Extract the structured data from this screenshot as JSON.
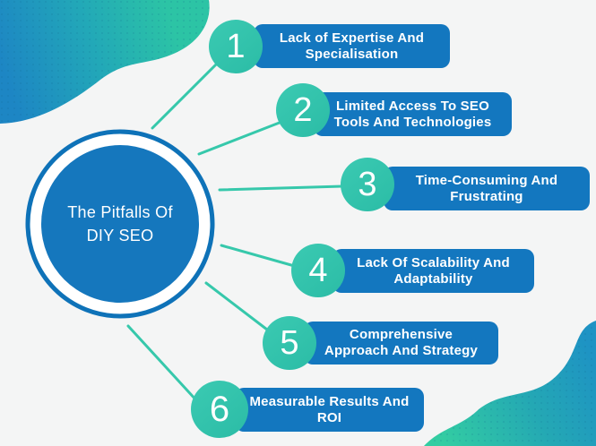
{
  "center": {
    "title": "The Pitfalls Of\nDIY SEO"
  },
  "items": [
    {
      "number": "1",
      "label": "Lack of Expertise And\nSpecialisation"
    },
    {
      "number": "2",
      "label": "Limited Access To SEO\nTools And Technologies"
    },
    {
      "number": "3",
      "label": "Time-Consuming And\nFrustrating"
    },
    {
      "number": "4",
      "label": "Lack Of Scalability And\nAdaptability"
    },
    {
      "number": "5",
      "label": "Comprehensive\nApproach And Strategy"
    },
    {
      "number": "6",
      "label": "Measurable Results And\nROI"
    }
  ],
  "colors": {
    "background": "#f4f5f5",
    "bar_blue": "#1377bf",
    "center_circle_blue": "#1577bd",
    "center_ring_stroke": "#0e72b8",
    "badge_teal": "#2fc1ab",
    "connector_teal": "#36c8ab",
    "wave_blue": "#1d86c4",
    "wave_green": "#2cc4a5"
  }
}
